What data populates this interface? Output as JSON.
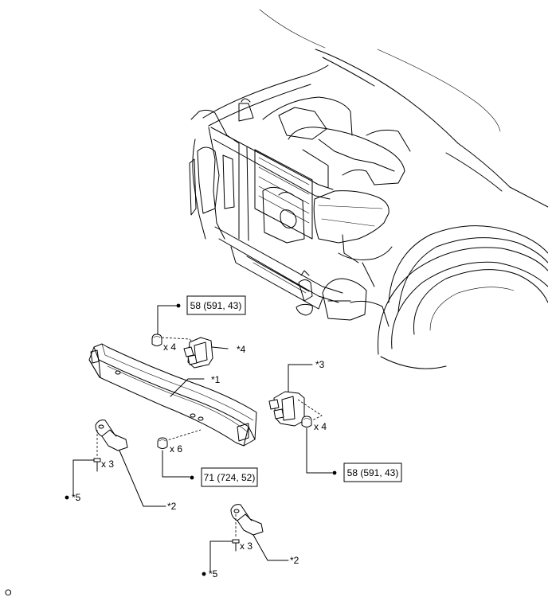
{
  "callouts": {
    "bolt_top_torque": "58 (591, 43)",
    "bolt_right_torque": "58 (591, 43)",
    "nut_center_torque": "71 (724, 52)"
  },
  "labels": {
    "part1": "*1",
    "part2_left": "*2",
    "part2_right": "*2",
    "part3": "*3",
    "part4": "*4",
    "part5_left": "*5",
    "part5_right": "*5",
    "qty_top": "x 4",
    "qty_right": "x 4",
    "qty_center": "x 6",
    "qty_left_bolt": "x 3",
    "qty_right_bolt": "x 3"
  },
  "footer": {
    "figure_mark": "O"
  }
}
